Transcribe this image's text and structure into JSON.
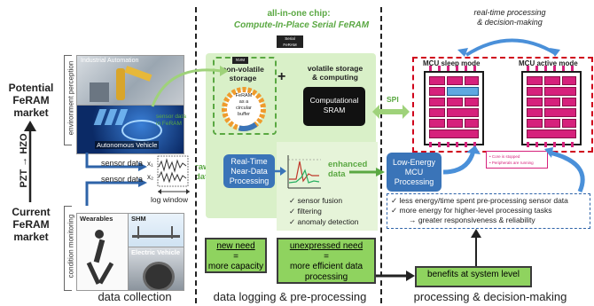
{
  "market": {
    "top": "Potential\nFeRAM\nmarket",
    "arrow_label": "PZT → HZO",
    "bottom": "Current\nFeRAM\nmarket"
  },
  "side_labels": {
    "environment": "environment perception",
    "condition": "condition monitoring"
  },
  "photos": {
    "industrial": "Industrial Automation",
    "autonomous": "Autonomous Vehicle",
    "wearables": "Wearables",
    "shm": "SHM",
    "electric": "Electric Vehicle"
  },
  "sensor": {
    "data1": "sensor data",
    "data2": "sensor data",
    "x1": "x₁",
    "x2": "x₂",
    "log_window": "log window",
    "raw_data": "raw\ndata",
    "note": "sensor data\nin FeRAM"
  },
  "chip": {
    "title": "all-in-one chip:",
    "subtitle": "Compute-In-Place Serial FeRAM",
    "serial_tag": "Serial\nFeRAM",
    "small_tag": "NVM",
    "nonvolatile": "non-volatile\nstorage",
    "buffer": "FeRAM\nas a\ncircular\nbuffer",
    "plus": "+",
    "volatile": "volatile storage\n& computing",
    "sram": "Computational\nSRAM",
    "spi": "SPI"
  },
  "processing": {
    "realtime": "Real-Time\nNear-Data\nProcessing",
    "enhanced": "enhanced\ndata",
    "bullets": [
      "sensor fusion",
      "filtering",
      "anomaly detection"
    ]
  },
  "mcu": {
    "rt_title": "real-time processing\n& decision-making",
    "sleep": "MCU sleep mode",
    "active": "MCU active mode",
    "core_stopped": "• Core is stopped",
    "peripherals": "• Peripherals are running",
    "low_energy": "Low-Energy\nMCU\nProcessing"
  },
  "benefits": {
    "items": [
      "less energy/time spent pre-processing sensor data",
      "more energy for higher-level processing tasks",
      "→ greater responsiveness & reliability"
    ],
    "system": "benefits at system level"
  },
  "needs": {
    "new_title": "new need",
    "new_eq": "=",
    "new_desc": "more capacity",
    "unexp_title": "unexpressed need",
    "unexp_eq": "=",
    "unexp_desc": "more efficient data\nprocessing"
  },
  "footer": {
    "collection": "data collection",
    "logging": "data logging & pre-processing",
    "decision": "processing & decision-making"
  },
  "colors": {
    "green": "#5aa842",
    "blue": "#3a74b8",
    "magenta": "#d6217c",
    "light_green": "#d9f0c8"
  }
}
